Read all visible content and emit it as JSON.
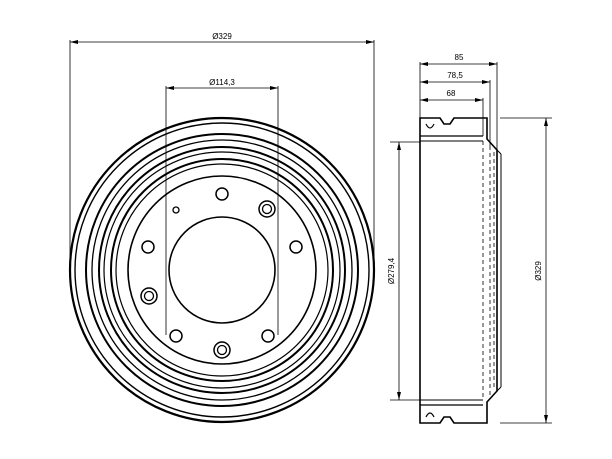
{
  "dimensions": {
    "drum_outer_diameter": "Ø329",
    "bolt_circle_diameter": "Ø114,3",
    "braking_surface_diameter": "Ø279,4",
    "side_outer_diameter": "Ø329",
    "overall_height": "85",
    "inner_height": "78,5",
    "friction_width": "68"
  },
  "colors": {
    "line": "#000000",
    "background": "#ffffff"
  }
}
